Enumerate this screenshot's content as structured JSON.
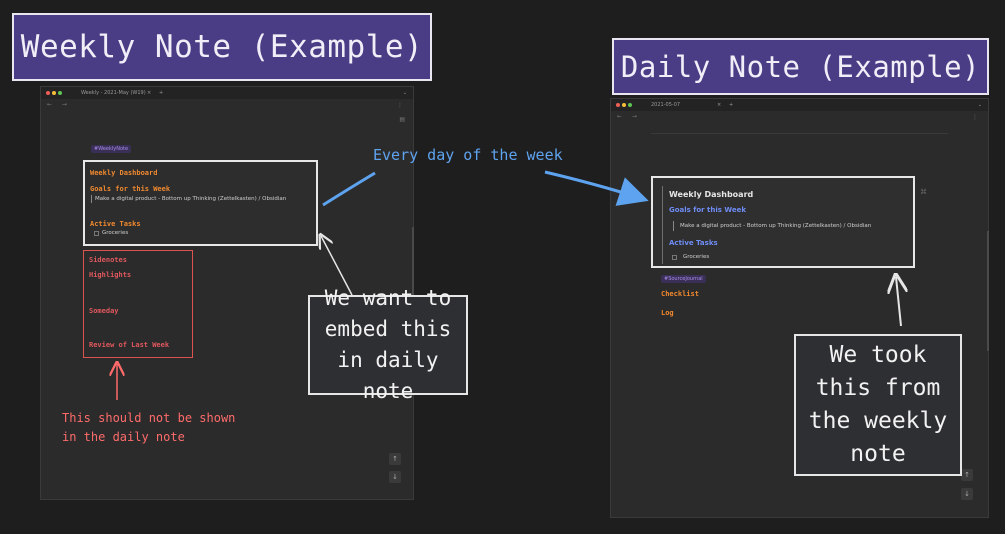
{
  "weekly_label": "Weekly Note (Example)",
  "daily_label": "Daily Note (Example)",
  "weekly_window": {
    "tab_title": "Weekly - 2021-May (W19)",
    "tag": "#WeeklyNote",
    "embed_section": {
      "title": "Weekly Dashboard",
      "goals_heading": "Goals for this Week",
      "goals_text": "Make a digital product - Bottom up Thinking (Zettelkasten) / Obsidian",
      "tasks_heading": "Active Tasks",
      "task_item": "Groceries"
    },
    "sidenotes_section": {
      "title": "Sidenotes",
      "items": [
        "Highlights",
        "Someday",
        "Review of Last Week"
      ]
    }
  },
  "daily_window": {
    "tab_title": "2021-05-07",
    "embed_section": {
      "title": "Weekly Dashboard",
      "goals_heading": "Goals for this Week",
      "goals_text": "Make a digital product - Bottom up Thinking (Zettelkasten) / Obsidian",
      "tasks_heading": "Active Tasks",
      "task_item": "Groceries"
    },
    "tag": "#SourceJournal",
    "headings": [
      "Checklist",
      "Log"
    ]
  },
  "annotations": {
    "every_day": "Every day of the week",
    "we_want": [
      "We want to",
      "embed this",
      "in daily note"
    ],
    "we_took": [
      "We took",
      "this from",
      "the weekly",
      "note"
    ],
    "not_shown": [
      "This should not be shown",
      "in the daily note"
    ]
  },
  "colors": {
    "label_bg": "#4b3d85",
    "arrow_blue": "#5ea3ef",
    "note_red": "#ff6b6b",
    "heading_orange": "#f0892f",
    "heading_red": "#e0585e",
    "heading_blue": "#6e8cf5"
  }
}
